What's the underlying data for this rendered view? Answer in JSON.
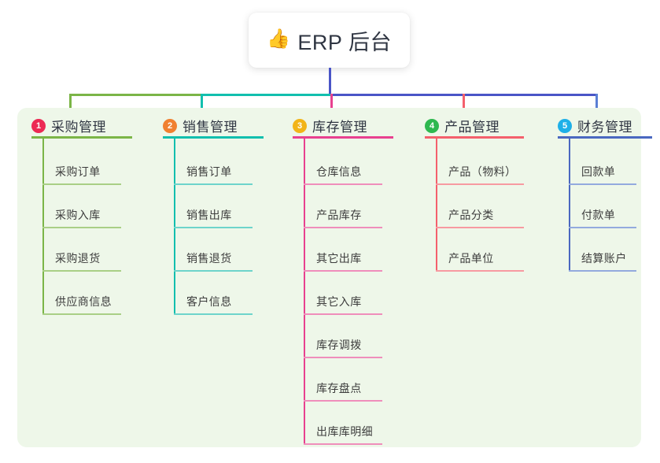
{
  "root": {
    "icon": "thumbs-up-icon",
    "icon_glyph": "👍",
    "title": "ERP 后台"
  },
  "palette": {
    "background": "#ffffff",
    "panel_bg": "#eef7e9",
    "root_line": "#4a55c7",
    "text": "#2f3542",
    "item_text": "#3d3d3d"
  },
  "connector": {
    "segments": [
      {
        "name": "segment-green",
        "color": "#7bb547"
      },
      {
        "name": "segment-teal",
        "color": "#12bfae"
      },
      {
        "name": "segment-blue",
        "color": "#4a55c7"
      }
    ],
    "drops": [
      "#7bb547",
      "#12bfae",
      "#e8418f",
      "#f4606c",
      "#5a7fd4"
    ]
  },
  "columns": [
    {
      "index": "1",
      "badge_color": "#ec2a54",
      "accent": "#7bb547",
      "rule_color": "#7bb547",
      "item_rule_color": "#a9cf86",
      "title": "采购管理",
      "items": [
        "采购订单",
        "采购入库",
        "采购退货",
        "供应商信息"
      ]
    },
    {
      "index": "2",
      "badge_color": "#f08030",
      "accent": "#12bfae",
      "rule_color": "#12bfae",
      "item_rule_color": "#6ed4cb",
      "title": "销售管理",
      "items": [
        "销售订单",
        "销售出库",
        "销售退货",
        "客户信息"
      ]
    },
    {
      "index": "3",
      "badge_color": "#f2b418",
      "accent": "#e8418f",
      "rule_color": "#e8418f",
      "item_rule_color": "#ef8ebb",
      "title": "库存管理",
      "items": [
        "仓库信息",
        "产品库存",
        "其它出库",
        "其它入库",
        "库存调拨",
        "库存盘点",
        "出库库明细"
      ]
    },
    {
      "index": "4",
      "badge_color": "#2eb84f",
      "accent": "#f4606c",
      "rule_color": "#f4606c",
      "item_rule_color": "#f79aa1",
      "title": "产品管理",
      "items": [
        "产品（物料）",
        "产品分类",
        "产品单位"
      ]
    },
    {
      "index": "5",
      "badge_color": "#1eb0e8",
      "accent": "#4a68c0",
      "rule_color": "#4a68c0",
      "item_rule_color": "#93aade",
      "title": "财务管理",
      "items": [
        "回款单",
        "付款单",
        "结算账户"
      ]
    }
  ]
}
